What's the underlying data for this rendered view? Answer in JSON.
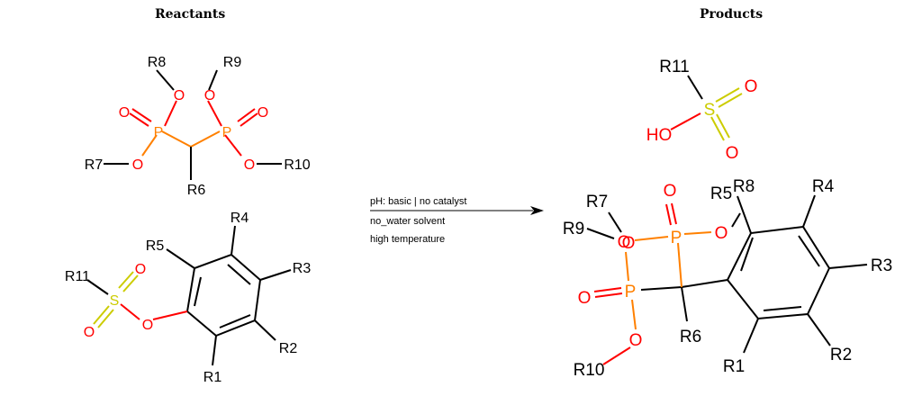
{
  "headers": {
    "reactants": "Reactants",
    "products": "Products"
  },
  "conditions": [
    "pH: basic | no catalyst",
    "no_water solvent",
    "high temperature"
  ],
  "colors": {
    "bond": "#000000",
    "oxygen": "#ff0000",
    "phosphorus": "#ff8000",
    "sulfur": "#cccc00"
  },
  "atoms": {
    "r8": "R8",
    "r9": "R9",
    "r7": "R7",
    "r10": "R10",
    "r6": "R6",
    "r5": "R5",
    "r4": "R4",
    "r3": "R3",
    "r2": "R2",
    "r1": "R1",
    "r11": "R11",
    "o": "O",
    "p": "P",
    "s": "S",
    "ho": "HO"
  }
}
